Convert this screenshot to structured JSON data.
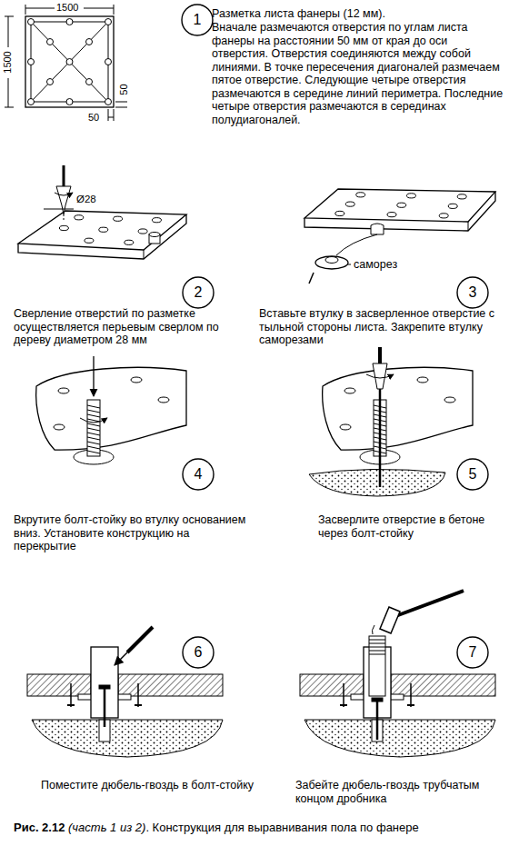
{
  "diagram": {
    "caption": "Рис. 2.12 (часть 1 из 2). Конструкция для выравнивания пола по фанере",
    "nodes": [
      {
        "text": [
          "1"
        ]
      },
      {
        "text": [
          "2"
        ]
      },
      {
        "text": [
          "3"
        ]
      },
      {
        "text": [
          "4"
        ]
      },
      {
        "text": [
          "5"
        ]
      },
      {
        "text": [
          "6"
        ]
      },
      {
        "text": [
          "7"
        ]
      }
    ],
    "labels": [
      "Разметка листа фанеры (12 мм).",
      "Вначале размечаются отверстия по углам листа фанеры на расстоянии 50 мм от края до оси отверстия. Отверстия соединяются между собой линиями. В точке пересечения диагоналей размечаем пятое отверстие. Следующие четыре отверстия размечаются в середине линий периметра. Последние четыре отверстия размечаются в серединах полудиагоналей.",
      "1500",
      "1500",
      "50",
      "50",
      "Сверление отверстий по разметке осуществляется перьевым сверлом по дереву диаметром 28 мм",
      "Ø28",
      "Вставьте втулку в засверленное отверстие с тыльной стороны листа. Закрепите втулку саморезами",
      "саморез",
      "Вкрутите болт-стойку во втулку основанием вниз. Установите конструкцию на перекрытие",
      "Засверлите отверстие в бетоне через болт-стойку",
      "Поместите дюбель-гвоздь в болт-стойку",
      "Забейте дюбель-гвоздь трубчатым концом дробника"
    ]
  }
}
